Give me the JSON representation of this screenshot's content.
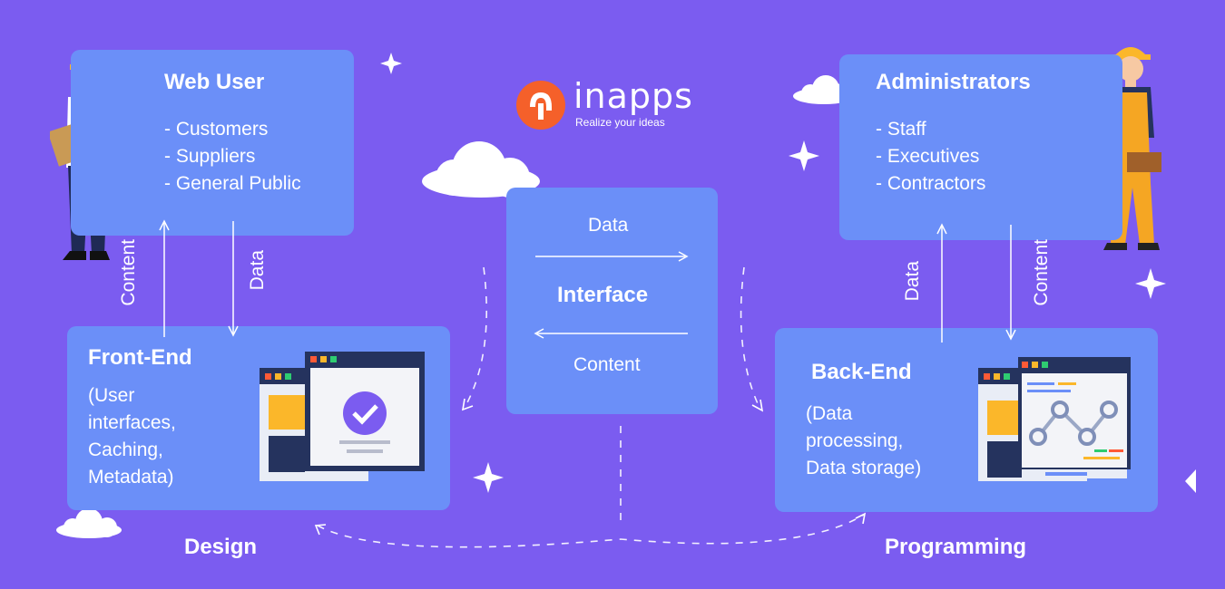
{
  "logo": {
    "brand": "inapps",
    "tagline": "Realize your ideas"
  },
  "web_user": {
    "title": "Web User",
    "items": [
      "- Customers",
      "- Suppliers",
      "- General Public"
    ]
  },
  "administrators": {
    "title": "Administrators",
    "items": [
      "- Staff",
      "- Executives",
      "- Contractors"
    ]
  },
  "interface": {
    "title": "Interface",
    "top_label": "Data",
    "bottom_label": "Content"
  },
  "front_end": {
    "title": "Front-End",
    "lines": [
      "(User",
      "interfaces,",
      "Caching,",
      "Metadata)"
    ]
  },
  "back_end": {
    "title": "Back-End",
    "lines": [
      "(Data",
      "processing,",
      "Data storage)"
    ]
  },
  "left_arrows": {
    "up_label": "Content",
    "down_label": "Data"
  },
  "right_arrows": {
    "up_label": "Data",
    "down_label": "Content"
  },
  "footer": {
    "design": "Design",
    "programming": "Programming"
  },
  "colors": {
    "background": "#7b5cf0",
    "box": "#6b8ff8",
    "window_dark": "#25335e",
    "accent_yellow": "#fbb72a",
    "check_purple": "#7b5cf0",
    "logo_orange": "#f5602a"
  }
}
